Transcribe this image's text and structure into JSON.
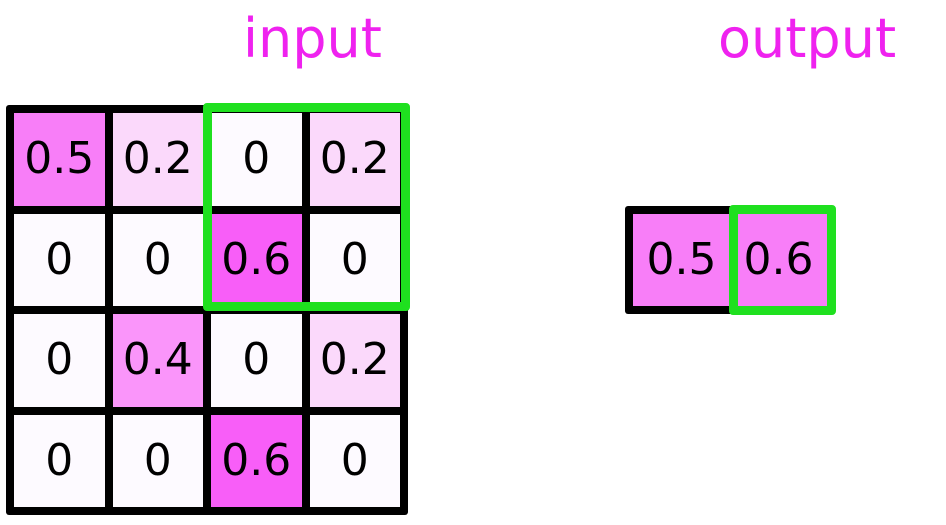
{
  "titles": {
    "input": "input",
    "output": "output",
    "color": "#ef22ef"
  },
  "palette": {
    "zero": "#fdfaff",
    "v02": "#fbd9fb",
    "v04": "#fa95fa",
    "v05": "#f87ef8",
    "v06": "#f85ef8",
    "grid_line": "#000000",
    "highlight": "#1fe01f",
    "text": "#000000",
    "background": "#ffffff"
  },
  "input_grid": {
    "rows": 4,
    "cols": 4,
    "cells": [
      {
        "value": "0.5",
        "color": "#f87ef8"
      },
      {
        "value": "0.2",
        "color": "#fbd9fb"
      },
      {
        "value": "0",
        "color": "#fdfaff"
      },
      {
        "value": "0.2",
        "color": "#fbd9fb"
      },
      {
        "value": "0",
        "color": "#fdfaff"
      },
      {
        "value": "0",
        "color": "#fdfaff"
      },
      {
        "value": "0.6",
        "color": "#f85ef8"
      },
      {
        "value": "0",
        "color": "#fdfaff"
      },
      {
        "value": "0",
        "color": "#fdfaff"
      },
      {
        "value": "0.4",
        "color": "#fa95fa"
      },
      {
        "value": "0",
        "color": "#fdfaff"
      },
      {
        "value": "0.2",
        "color": "#fbd9fb"
      },
      {
        "value": "0",
        "color": "#fdfaff"
      },
      {
        "value": "0",
        "color": "#fdfaff"
      },
      {
        "value": "0.6",
        "color": "#f85ef8"
      },
      {
        "value": "0",
        "color": "#fdfaff"
      }
    ],
    "highlight_window": {
      "row_start": 1,
      "row_end": 2,
      "col_start": 3,
      "col_end": 4,
      "color": "#1fe01f"
    }
  },
  "output_grid": {
    "rows": 1,
    "cols": 2,
    "cells": [
      {
        "value": "0.5",
        "color": "#f87ef8"
      },
      {
        "value": "0.6",
        "color": "#f87ef8"
      }
    ],
    "highlight_window": {
      "row_start": 1,
      "row_end": 1,
      "col_start": 2,
      "col_end": 2,
      "color": "#1fe01f"
    }
  }
}
